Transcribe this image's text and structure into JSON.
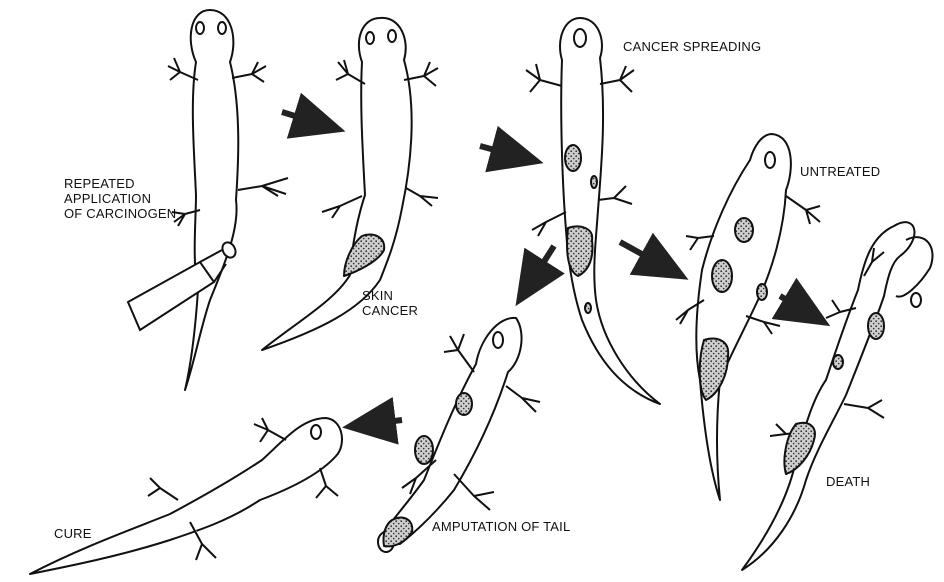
{
  "labels": {
    "carcinogen": "REPEATED\nAPPLICATION\nOF CARCINOGEN",
    "skin_cancer": "SKIN\nCANCER",
    "cancer_spreading": "CANCER SPREADING",
    "untreated": "UNTREATED",
    "death": "DEATH",
    "amputation": "AMPUTATION OF TAIL",
    "cure": "CURE"
  },
  "colors": {
    "ink": "#111111",
    "tumor_fill": "#bdbdbd",
    "paper": "#ffffff"
  },
  "stages": [
    {
      "name": "healthy-salamander",
      "tumors": 0
    },
    {
      "name": "skin-cancer-salamander",
      "tumors": 1
    },
    {
      "name": "cancer-spreading-salamander",
      "tumors": 4
    },
    {
      "name": "untreated-salamander",
      "tumors": 4
    },
    {
      "name": "dead-salamander",
      "tumors": 3
    },
    {
      "name": "amputated-salamander",
      "tumors": 3
    },
    {
      "name": "cured-salamander",
      "tumors": 0
    }
  ]
}
